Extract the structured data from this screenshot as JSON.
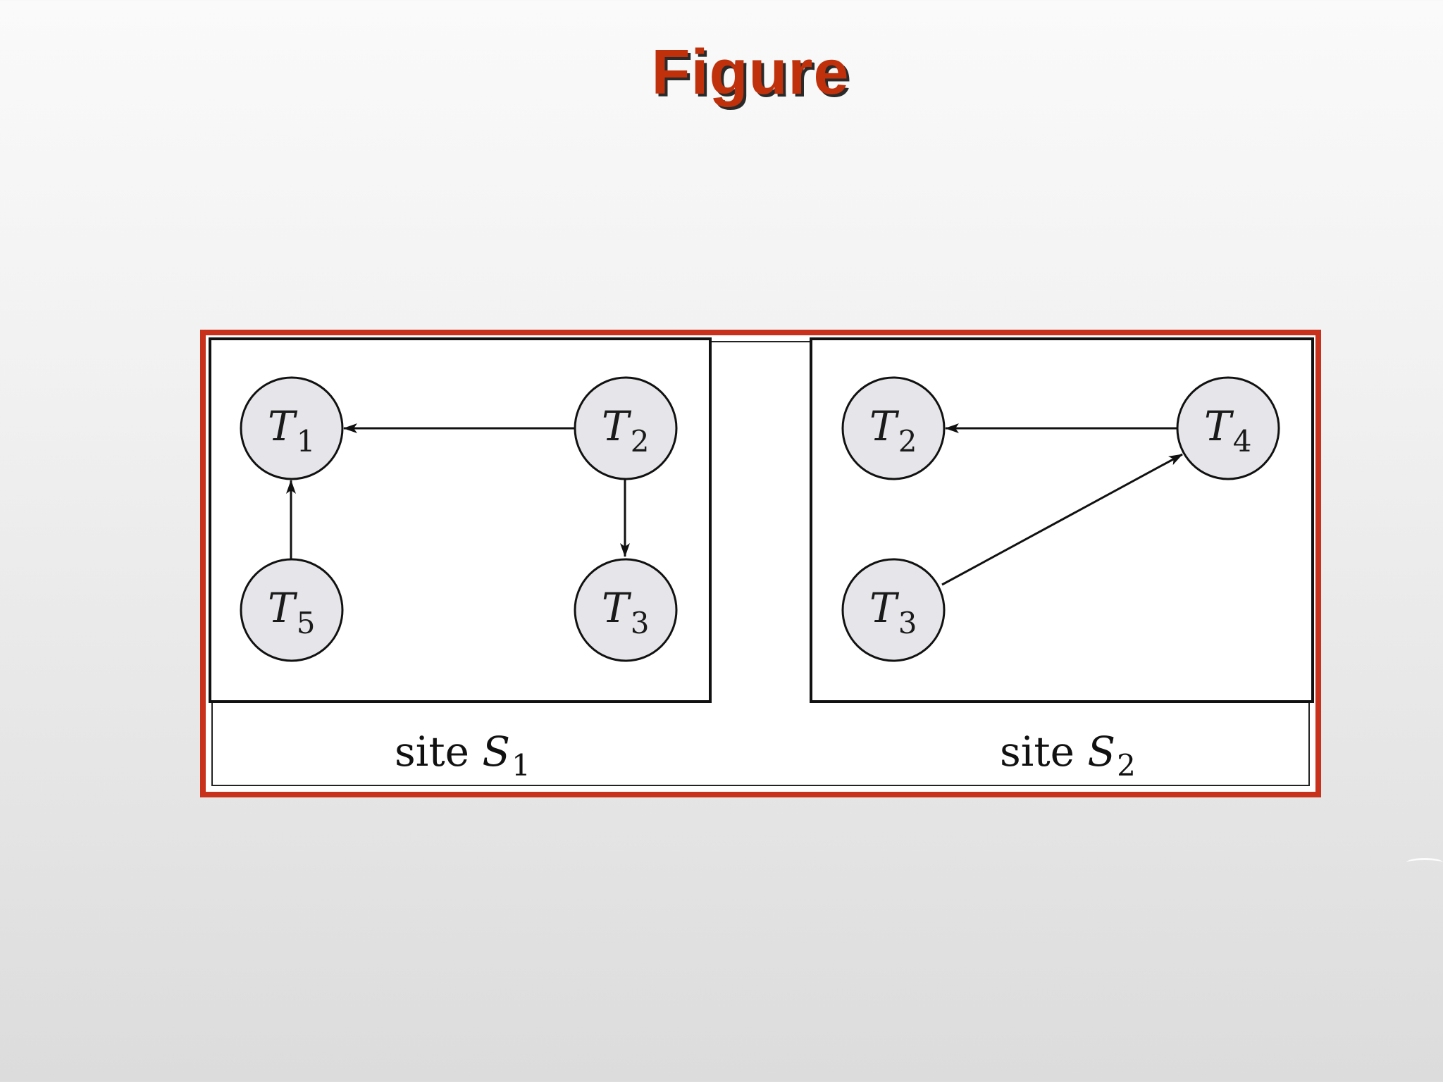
{
  "title": "Figure",
  "sites": [
    {
      "label_prefix": "site ",
      "label_var": "S",
      "label_sub": "1",
      "nodes": [
        {
          "id": "s1-T1",
          "var": "T",
          "sub": "1"
        },
        {
          "id": "s1-T2",
          "var": "T",
          "sub": "2"
        },
        {
          "id": "s1-T5",
          "var": "T",
          "sub": "5"
        },
        {
          "id": "s1-T3",
          "var": "T",
          "sub": "3"
        }
      ],
      "edges": [
        {
          "from": "T2",
          "to": "T1"
        },
        {
          "from": "T2",
          "to": "T3"
        },
        {
          "from": "T5",
          "to": "T1"
        }
      ]
    },
    {
      "label_prefix": "site ",
      "label_var": "S",
      "label_sub": "2",
      "nodes": [
        {
          "id": "s2-T2",
          "var": "T",
          "sub": "2"
        },
        {
          "id": "s2-T4",
          "var": "T",
          "sub": "4"
        },
        {
          "id": "s2-T3",
          "var": "T",
          "sub": "3"
        }
      ],
      "edges": [
        {
          "from": "T4",
          "to": "T2"
        },
        {
          "from": "T3",
          "to": "T4"
        }
      ]
    }
  ],
  "colors": {
    "title": "#c0300a",
    "frame": "#c8321c",
    "node_fill": "#e6e6ea"
  }
}
